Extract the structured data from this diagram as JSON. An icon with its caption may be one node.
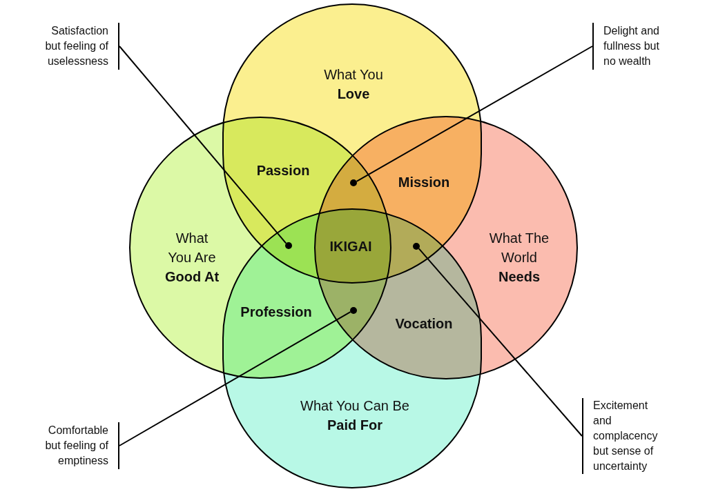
{
  "diagram": {
    "nodes": [
      {
        "text": [
          "What You **Love**"
        ]
      },
      {
        "text": [
          "What You Are **Good At**"
        ]
      },
      {
        "text": [
          "What The World **Needs**"
        ]
      },
      {
        "text": [
          "What You Can Be **Paid For**"
        ]
      },
      {
        "text": [
          "Satisfaction but feeling of uselessness"
        ]
      },
      {
        "text": [
          "Delight and fullness but no wealth"
        ]
      },
      {
        "text": [
          "Comfortable but feeling of emptiness"
        ]
      },
      {
        "text": [
          "Excitement and complacency but sense of uncertainty"
        ]
      },
      {
        "text": [],
        "shape": "circle"
      },
      {
        "text": [],
        "shape": "circle"
      },
      {
        "text": [],
        "shape": "circle"
      },
      {
        "text": [],
        "shape": "circle"
      }
    ],
    "edges": [
      {
        "from": 4,
        "to": 8,
        "arrow": "none"
      },
      {
        "from": 5,
        "to": 9,
        "arrow": "none"
      },
      {
        "from": 6,
        "to": 10,
        "arrow": "none"
      },
      {
        "from": 7,
        "to": 11,
        "arrow": "none"
      }
    ],
    "labels": [
      "Passion",
      "Mission",
      "IKIGAI",
      "Profession",
      "Vocation"
    ]
  }
}
